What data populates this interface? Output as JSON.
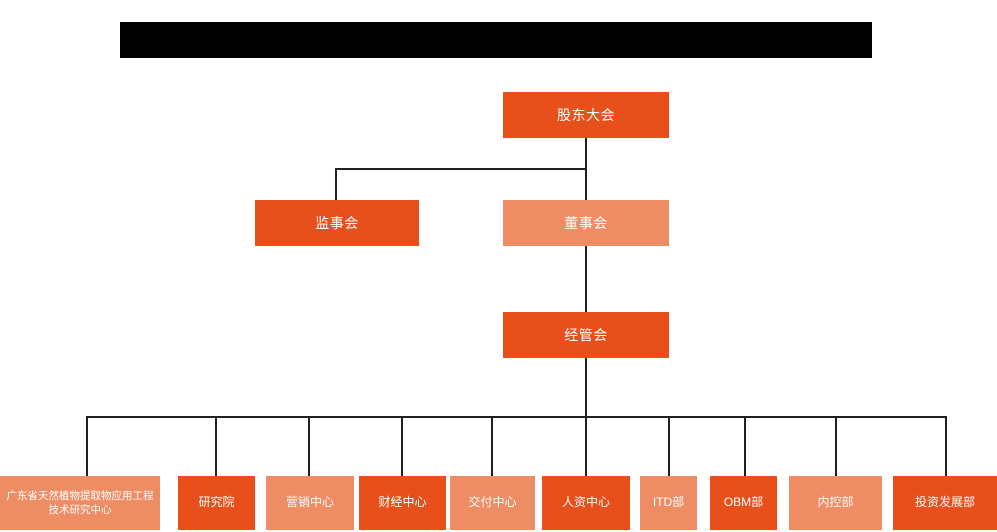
{
  "banner": {
    "text": "",
    "color": "#000000"
  },
  "palette": {
    "dark_orange": "#E8501B",
    "light_orange": "#EE8C63",
    "line": "#231f20",
    "background": "#ffffff",
    "text": "#ffffff"
  },
  "chart_title": "",
  "nodes": {
    "shareholders": {
      "label": "股东大会",
      "tone": "dark"
    },
    "supervisors": {
      "label": "监事会",
      "tone": "dark"
    },
    "directors": {
      "label": "董事会",
      "tone": "light"
    },
    "management": {
      "label": "经管会",
      "tone": "dark"
    }
  },
  "departments": [
    {
      "label": "广东省天然植物提取物应用工程技术研究中心",
      "tone": "light"
    },
    {
      "label": "研究院",
      "tone": "dark"
    },
    {
      "label": "营销中心",
      "tone": "light"
    },
    {
      "label": "财经中心",
      "tone": "dark"
    },
    {
      "label": "交付中心",
      "tone": "light"
    },
    {
      "label": "人资中心",
      "tone": "dark"
    },
    {
      "label": "ITD部",
      "tone": "light"
    },
    {
      "label": "OBM部",
      "tone": "dark"
    },
    {
      "label": "内控部",
      "tone": "light"
    },
    {
      "label": "投资发展部",
      "tone": "dark"
    }
  ]
}
